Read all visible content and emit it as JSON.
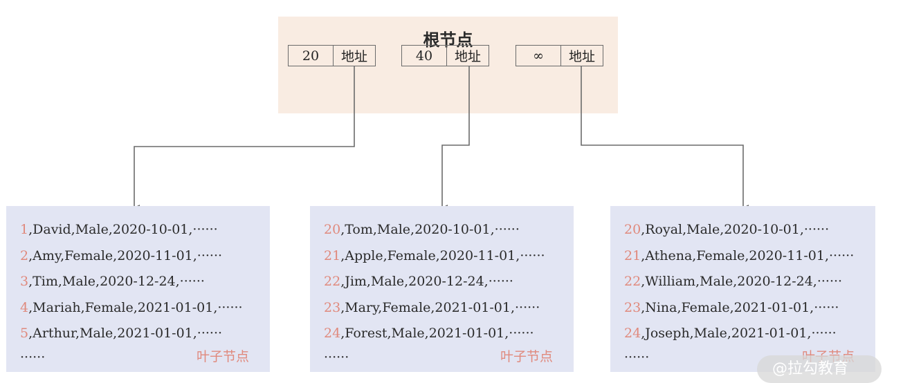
{
  "root": {
    "title": "根节点",
    "entries": [
      {
        "key": "20",
        "addr": "地址"
      },
      {
        "key": "40",
        "addr": "地址"
      },
      {
        "key": "∞",
        "addr": "地址"
      }
    ]
  },
  "leaves": [
    {
      "rows": [
        {
          "id": "1",
          "rest": ",David,Male,2020-10-01,······"
        },
        {
          "id": "2",
          "rest": ",Amy,Female,2020-11-01,······"
        },
        {
          "id": "3",
          "rest": ",Tim,Male,2020-12-24,······"
        },
        {
          "id": "4",
          "rest": ",Mariah,Female,2021-01-01,······"
        },
        {
          "id": "5",
          "rest": ",Arthur,Male,2021-01-01,······"
        }
      ],
      "more": "······",
      "label": "叶子节点"
    },
    {
      "rows": [
        {
          "id": "20",
          "rest": ",Tom,Male,2020-10-01,······"
        },
        {
          "id": "21",
          "rest": ",Apple,Female,2020-11-01,······"
        },
        {
          "id": "22",
          "rest": ",Jim,Male,2020-12-24,······"
        },
        {
          "id": "23",
          "rest": ",Mary,Female,2021-01-01,······"
        },
        {
          "id": "24",
          "rest": ",Forest,Male,2021-01-01,······"
        }
      ],
      "more": "······",
      "label": "叶子节点"
    },
    {
      "rows": [
        {
          "id": "20",
          "rest": ",Royal,Male,2020-10-01,······"
        },
        {
          "id": "21",
          "rest": ",Athena,Female,2020-11-01,······"
        },
        {
          "id": "22",
          "rest": ",William,Male,2020-12-24,······"
        },
        {
          "id": "23",
          "rest": ",Nina,Female,2021-01-01,······"
        },
        {
          "id": "24",
          "rest": ",Joseph,Male,2021-01-01,······"
        }
      ],
      "more": "······",
      "label": "叶子节点"
    }
  ],
  "watermark": "@拉勾教育",
  "colors": {
    "root_bg": "#f9ece2",
    "leaf_bg": "#e2e5f3",
    "accent": "#e0897c",
    "line": "#6a6a6a"
  }
}
